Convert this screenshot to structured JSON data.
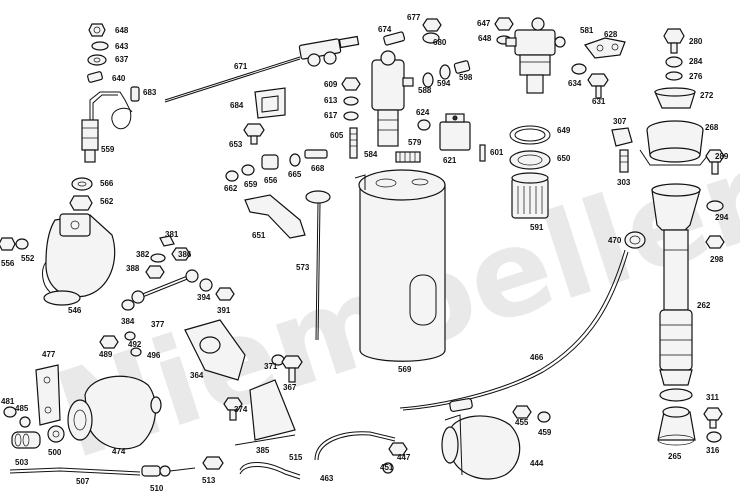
{
  "watermark": "Niemoeller",
  "labels": {
    "p648a": "648",
    "p643": "643",
    "p637": "637",
    "p640": "640",
    "p683": "683",
    "p559": "559",
    "p566": "566",
    "p562": "562",
    "p556": "556",
    "p552": "552",
    "p546": "546",
    "p671": "671",
    "p674": "674",
    "p677": "677",
    "p680": "680",
    "p647": "647",
    "p648b": "648",
    "p581": "581",
    "p628": "628",
    "p280": "280",
    "p284": "284",
    "p276": "276",
    "p272": "272",
    "p609": "609",
    "p613": "613",
    "p617": "617",
    "p588": "588",
    "p594": "594",
    "p598": "598",
    "p634": "634",
    "p631": "631",
    "p684": "684",
    "p624": "624",
    "p605": "605",
    "p649": "649",
    "p307": "307",
    "p268": "268",
    "p653": "653",
    "p584": "584",
    "p579": "579",
    "p601": "601",
    "p650": "650",
    "p289": "289",
    "p303": "303",
    "p621": "621",
    "p668": "668",
    "p656": "656",
    "p665": "665",
    "p662": "662",
    "p659": "659",
    "p294": "294",
    "p591": "591",
    "p651": "651",
    "p470": "470",
    "p298": "298",
    "p381": "381",
    "p382": "382",
    "p388": "388",
    "p386": "386",
    "p573": "573",
    "p394": "394",
    "p391": "391",
    "p384": "384",
    "p377": "377",
    "p262": "262",
    "p466": "466",
    "p489": "489",
    "p492": "492",
    "p496": "496",
    "p477": "477",
    "p364": "364",
    "p569": "569",
    "p371": "371",
    "p367": "367",
    "p481": "481",
    "p485": "485",
    "p374": "374",
    "p311": "311",
    "p455": "455",
    "p459": "459",
    "p474": "474",
    "p503": "503",
    "p500": "500",
    "p444": "444",
    "p265": "265",
    "p316": "316",
    "p447": "447",
    "p451": "451",
    "p463": "463",
    "p385": "385",
    "p515": "515",
    "p507": "507",
    "p510": "510",
    "p513": "513"
  }
}
